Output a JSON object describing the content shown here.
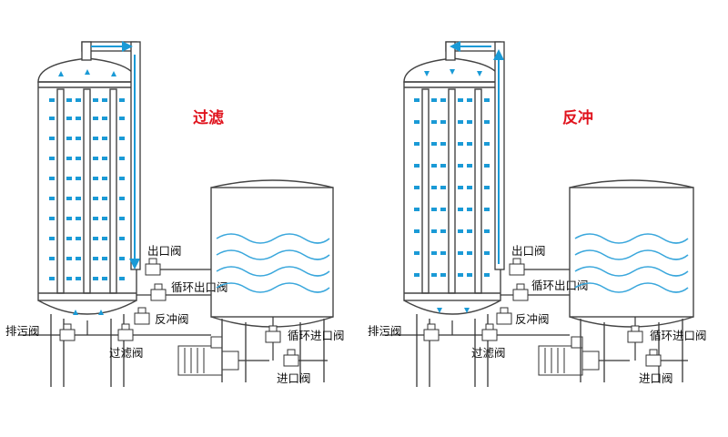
{
  "panels": [
    {
      "mode": "过滤",
      "labels": {
        "outlet_valve": "出口阀",
        "circ_outlet_valve": "循环出口阀",
        "backwash_valve": "反冲阀",
        "drain_valve": "排污阀",
        "filter_valve": "过滤阀",
        "circ_inlet_valve": "循环进口阀",
        "inlet_valve": "进口阀"
      }
    },
    {
      "mode": "反冲",
      "labels": {
        "outlet_valve": "出口阀",
        "circ_outlet_valve": "循环出口阀",
        "backwash_valve": "反冲阀",
        "drain_valve": "排污阀",
        "filter_valve": "过滤阀",
        "circ_inlet_valve": "循环进口阀",
        "inlet_valve": "进口阀"
      }
    }
  ],
  "colors": {
    "mode_title": "#e0141e",
    "water_flow": "#1a9ad6",
    "outline": "#444444"
  },
  "icons": [
    "valve-icon",
    "pump-icon",
    "flow-arrow-icon",
    "filter-element-icon"
  ]
}
